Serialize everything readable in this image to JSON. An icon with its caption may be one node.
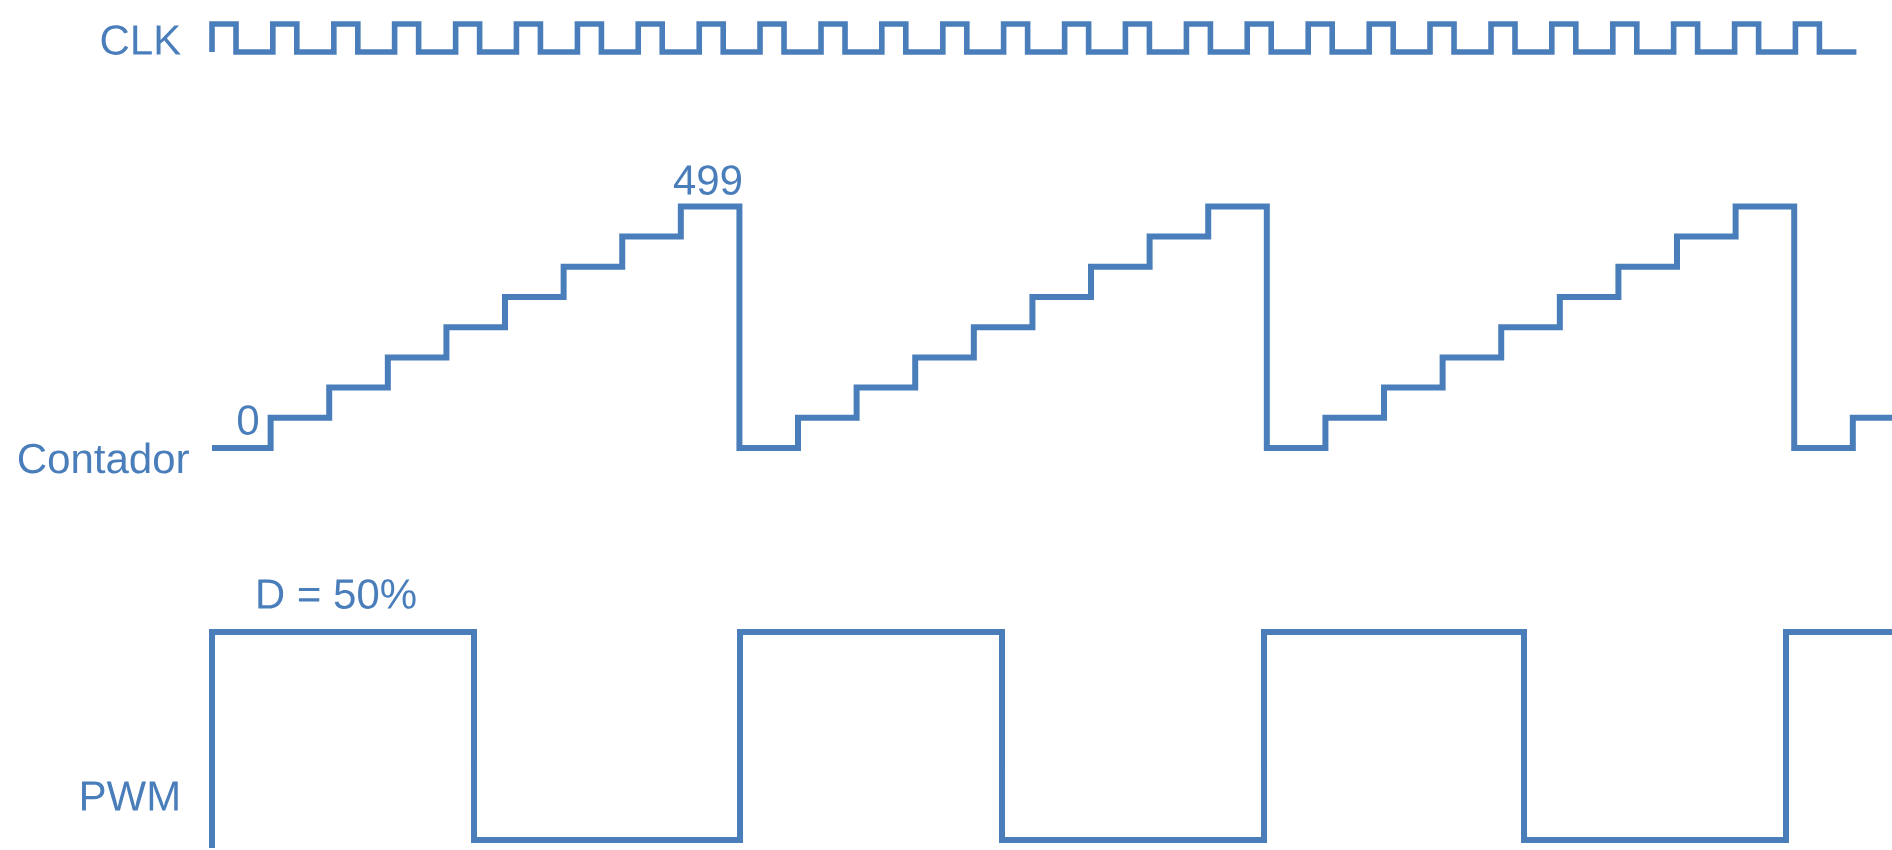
{
  "diagram": {
    "labels": [
      "CLK",
      "499",
      "0",
      "Contador",
      "D = 50%",
      "PWM"
    ]
  }
}
